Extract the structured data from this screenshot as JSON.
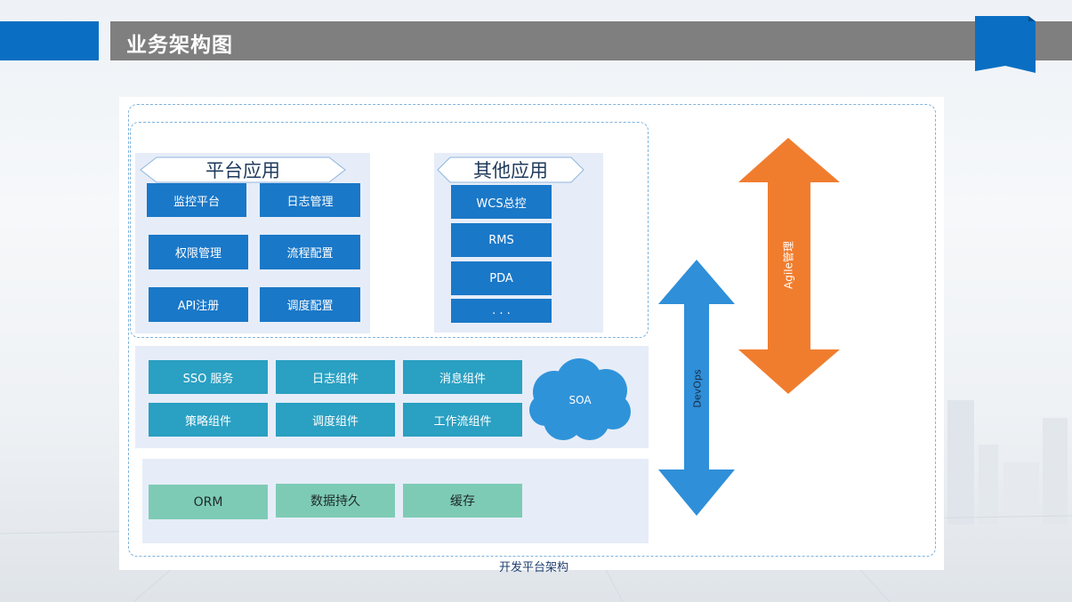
{
  "header": {
    "title": "业务架构图"
  },
  "platform_apps": {
    "heading": "平台应用",
    "items": [
      "监控平台",
      "日志管理",
      "权限管理",
      "流程配置",
      "API注册",
      "调度配置"
    ]
  },
  "other_apps": {
    "heading": "其他应用",
    "items": [
      "WCS总控",
      "RMS",
      "PDA",
      ". . ."
    ]
  },
  "middleware": {
    "items": [
      "SSO 服务",
      "日志组件",
      "消息组件",
      "策略组件",
      "调度组件",
      "工作流组件"
    ],
    "cloud_label": "SOA"
  },
  "data_layer": {
    "items": [
      "ORM",
      "数据持久",
      "缓存"
    ]
  },
  "arrows": {
    "devops_label": "DevOps",
    "agile_label": "Agile管理"
  },
  "caption": "开发平台架构",
  "colors": {
    "brand_blue": "#0a6fc2",
    "title_gray": "#7f7f7f",
    "button_blue": "#1a78c8",
    "button_teal": "#2aa0c2",
    "button_green": "#7ecbb5",
    "arrow_blue": "#2f8fd8",
    "arrow_orange": "#f07d2e"
  }
}
